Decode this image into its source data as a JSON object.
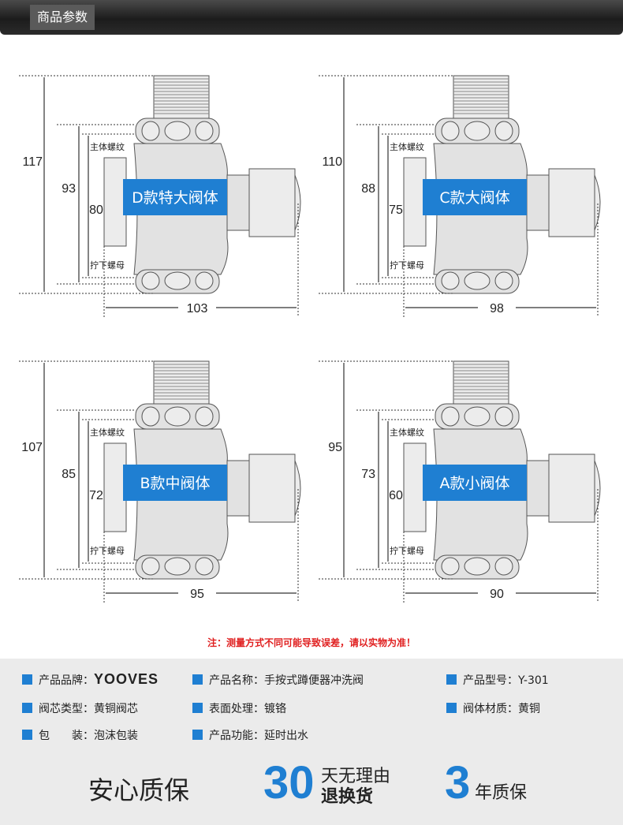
{
  "header": {
    "tab_label": "商品参数"
  },
  "diagrams": {
    "d": {
      "label": "D款特大阀体",
      "h1": "117",
      "h2": "93",
      "h3": "80",
      "w": "103",
      "thread": "主体螺纹",
      "nut": "拧下螺母"
    },
    "c": {
      "label": "C款大阀体",
      "h1": "110",
      "h2": "88",
      "h3": "75",
      "w": "98",
      "thread": "主体螺纹",
      "nut": "拧下螺母"
    },
    "b": {
      "label": "B款中阀体",
      "h1": "107",
      "h2": "85",
      "h3": "72",
      "w": "95",
      "thread": "主体螺纹",
      "nut": "拧下螺母"
    },
    "a": {
      "label": "A款小阀体",
      "h1": "95",
      "h2": "73",
      "h3": "60",
      "w": "90",
      "thread": "主体螺纹",
      "nut": "拧下螺母"
    }
  },
  "note": "注：测量方式不同可能导致误差，请以实物为准！",
  "specs": {
    "brand_label": "产品品牌：",
    "brand_value": "YOOVES",
    "name": "产品名称：手按式蹲便器冲洗阀",
    "model": "产品型号：Y-301",
    "core": "阀芯类型：黄铜阀芯",
    "surface": "表面处理：镀铬",
    "material": "阀体材质：黄铜",
    "package": "包　　装：泡沫包装",
    "function": "产品功能：延时出水"
  },
  "guarantee": {
    "left": "安心质保",
    "num1": "30",
    "line1": "天无理由",
    "line2": "退换货",
    "num2": "3",
    "suffix": "年质保"
  },
  "colors": {
    "accent": "#1f7fd2",
    "note": "#e02020",
    "header": "#2b2b2b"
  }
}
